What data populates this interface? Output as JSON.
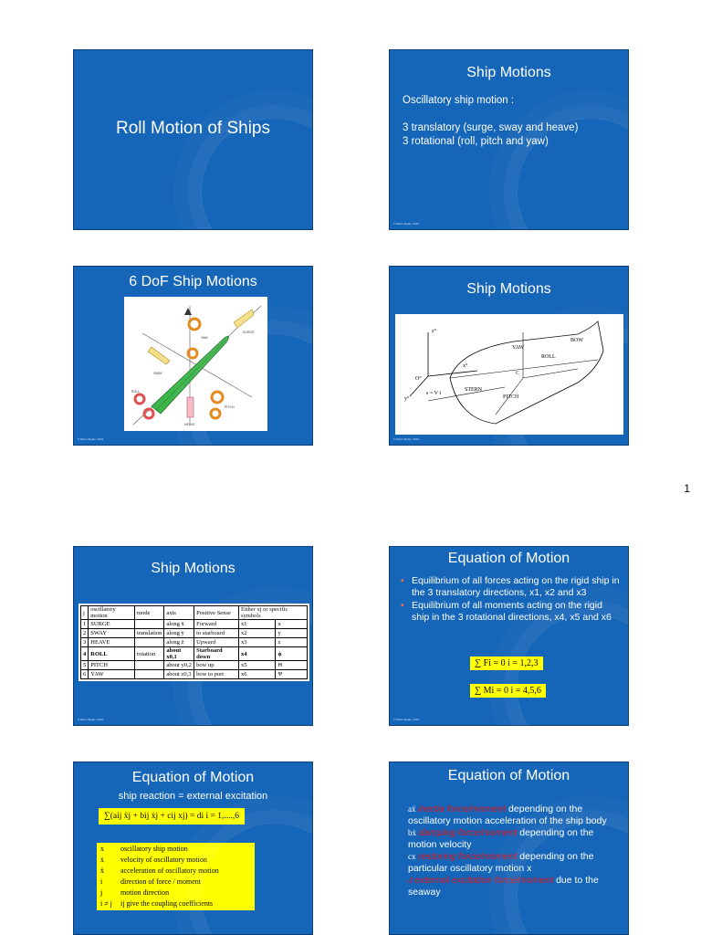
{
  "page_number": "1",
  "copyright": "© Metin Taylan, 2010",
  "slide1": {
    "title": "Roll Motion of Ships"
  },
  "slide2": {
    "title": "Ship Motions",
    "line1": "Oscillatory ship motion :",
    "line2": "3 translatory (surge, sway and heave)",
    "line3": "3 rotational (roll, pitch and yaw)"
  },
  "slide3": {
    "title": "6 DoF Ship Motions",
    "labels": {
      "yaw": "YAW",
      "surge": "SURGE",
      "sway": "SWAY",
      "roll": "ROLL",
      "pitch": "PITCH",
      "heave": "HEAVE"
    }
  },
  "slide4": {
    "title": "Ship Motions",
    "labels": {
      "z0": "z°",
      "x0": "x°",
      "y0": "y°",
      "o0": "O°",
      "vt": "s = V t",
      "stern": "STERN",
      "bow": "BOW",
      "roll": "ROLL",
      "yaw": "YAW",
      "pitch": "PITCH",
      "c": "C"
    }
  },
  "slide5": {
    "title": "Ship Motions",
    "headers": [
      "j",
      "oscillatory motion",
      "mode",
      "axis",
      "Positive Sense",
      "Either xj or specific symbols",
      ""
    ],
    "rows": [
      [
        "1",
        "SURGE",
        "",
        "along x̄",
        "Forward",
        "x1",
        "x"
      ],
      [
        "2",
        "SWAY",
        "translation",
        "along ȳ",
        "to starboard",
        "x2",
        "y"
      ],
      [
        "3",
        "HEAVE",
        "",
        "along z̄",
        "Upward",
        "x3",
        "z"
      ],
      [
        "4",
        "ROLL",
        "rotation",
        "about x0,1",
        "Starboard down",
        "x4",
        "ϕ"
      ],
      [
        "5",
        "PITCH",
        "",
        "about y0,2",
        "bow up",
        "x5",
        "Θ"
      ],
      [
        "6",
        "YAW",
        "",
        "about z0,3",
        "bow to port",
        "x6",
        "Ψ"
      ]
    ]
  },
  "slide6": {
    "title": "Equation of Motion",
    "bullet1": "Equilibrium of all forces acting on the rigid ship in the 3 translatory directions, x1, x2 and x3",
    "bullet2": "Equilibrium of all moments acting on the rigid ship in the 3 rotational directions, x4, x5 and x6",
    "formula1": "∑ Fi = 0     i = 1,2,3",
    "formula2": "∑ Mi = 0     i = 4,5,6"
  },
  "slide7": {
    "title": "Equation of Motion",
    "subtitle": "ship reaction = external excitation",
    "formula": "∑(aij ẍj + bij ẋj + cij xj) = di        i = 1,....,6",
    "defs": [
      {
        "sym": "x",
        "text": "oscillatory ship motion"
      },
      {
        "sym": "ẋ",
        "text": "velocity of oscillatory motion"
      },
      {
        "sym": "ẍ",
        "text": "acceleration of oscillatory motion"
      },
      {
        "sym": "i",
        "text": "direction of force / moment"
      },
      {
        "sym": "j",
        "text": "motion direction"
      },
      {
        "sym": "i ≠ j",
        "text": "ij give the coupling coefficients"
      }
    ]
  },
  "slide8": {
    "title": "Equation of Motion",
    "terms": [
      {
        "sym": "aẍ",
        "red": "inertia force/moment",
        "rest": " depending on the oscillatory motion acceleration of the ship body"
      },
      {
        "sym": "bẋ",
        "red": "damping force/moment",
        "rest": " depending on the motion velocity"
      },
      {
        "sym": "cx",
        "red": "restoring force/moment",
        "rest": " depending on the particular oscillatory motion x"
      },
      {
        "sym": "d",
        "red": "external excitation force/moment",
        "rest": " due to the seaway"
      }
    ]
  }
}
